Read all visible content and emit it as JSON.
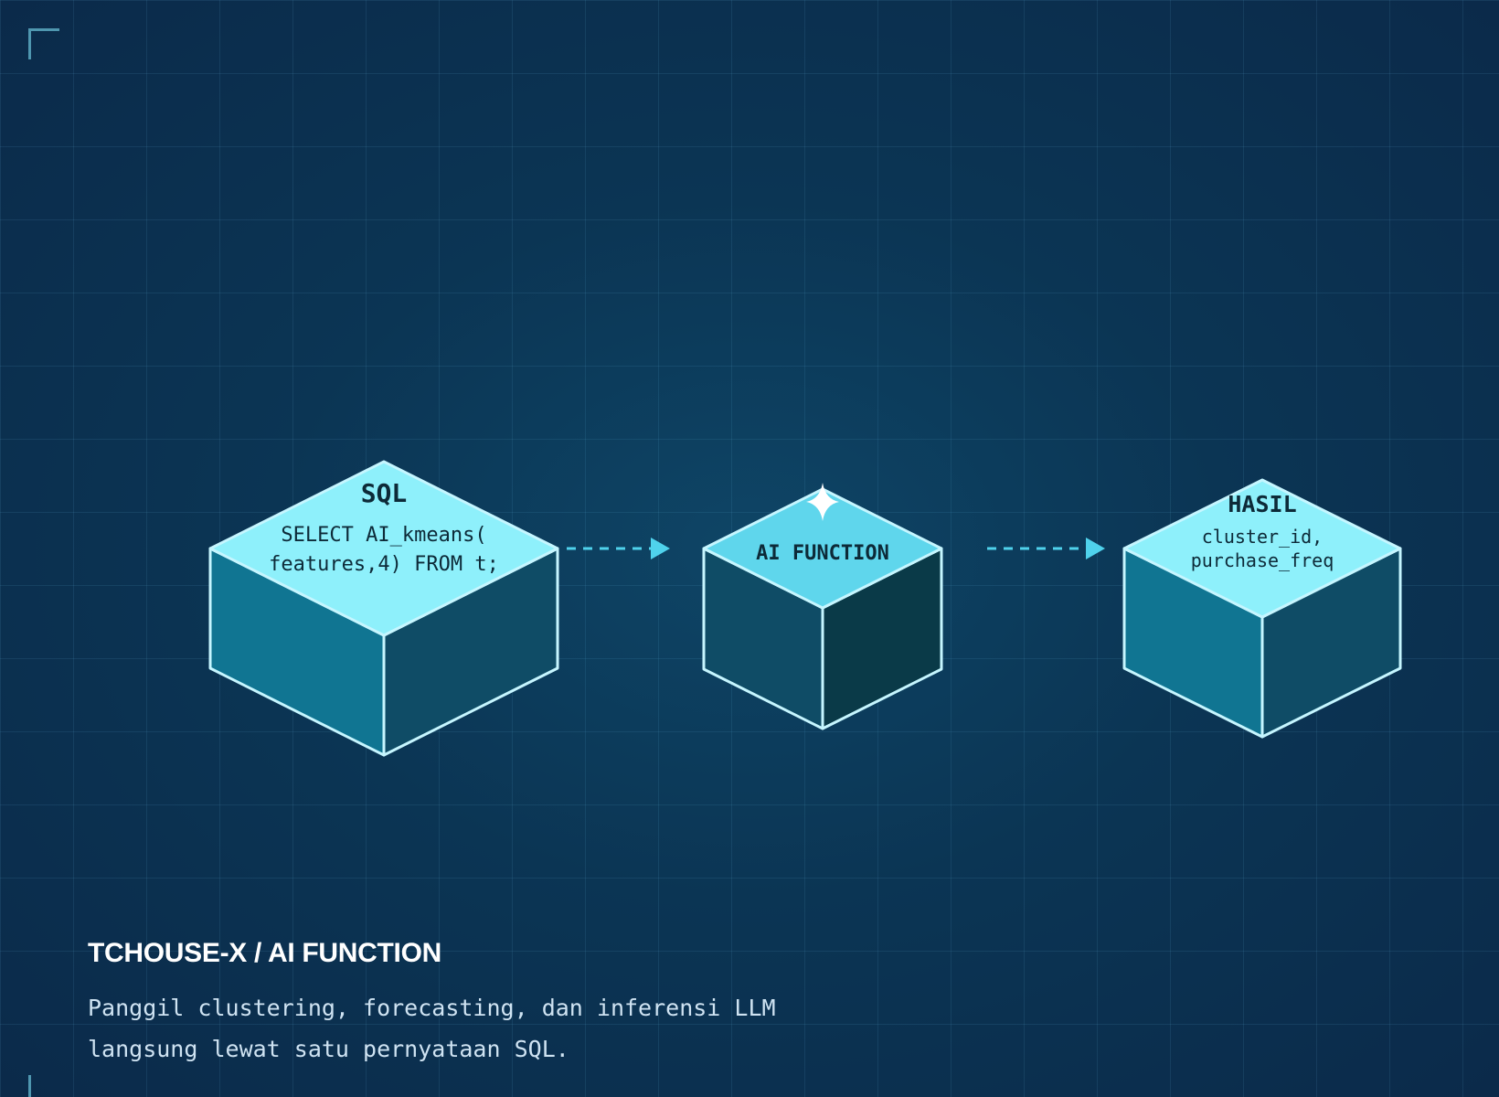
{
  "diagram": {
    "blocks": [
      {
        "title": "SQL",
        "lines": [
          "SELECT AI_kmeans(",
          "features,4) FROM t;"
        ]
      },
      {
        "title": "AI FUNCTION",
        "lines": []
      },
      {
        "title": "HASIL",
        "lines": [
          "cluster_id,",
          "purchase_freq"
        ]
      }
    ]
  },
  "caption": {
    "title": "TCHOUSE-X / AI FUNCTION",
    "line1": "Panggil clustering, forecasting, dan inferensi LLM",
    "line2": "langsung lewat satu pernyataan SQL."
  },
  "colors": {
    "background": "#0b3554",
    "cube_top": "#8ef0fb",
    "cube_top_ai": "#5fd6ec",
    "cube_left": "#107592",
    "cube_right": "#0f4c66",
    "cube_right_ai": "#0a3a48",
    "edge": "#c6f6ff",
    "arrow": "#4fd2ec",
    "label": "#0d2a38"
  }
}
